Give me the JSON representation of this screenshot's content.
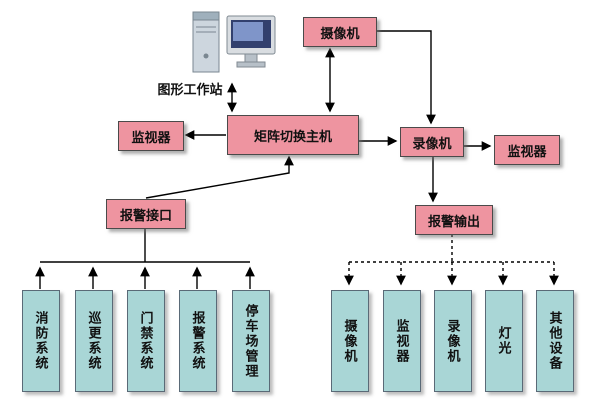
{
  "nodes": {
    "workstation": "图形工作站",
    "camera_top": "摄像机",
    "matrix_host": "矩阵切换主机",
    "monitor_left": "监视器",
    "recorder": "录像机",
    "monitor_right": "监视器",
    "alarm_interface": "报警接口",
    "alarm_output": "报警输出"
  },
  "alarm_inputs": [
    "消防系统",
    "巡更系统",
    "门禁系统",
    "报警系统",
    "停车场管理"
  ],
  "alarm_outputs": [
    "摄像机",
    "监视器",
    "录像机",
    "灯光",
    "其他设备"
  ],
  "colors": {
    "node_fill": "#ee94a0",
    "device_fill": "#a9d6d6",
    "wire": "#000000",
    "background": "#ffffff"
  }
}
